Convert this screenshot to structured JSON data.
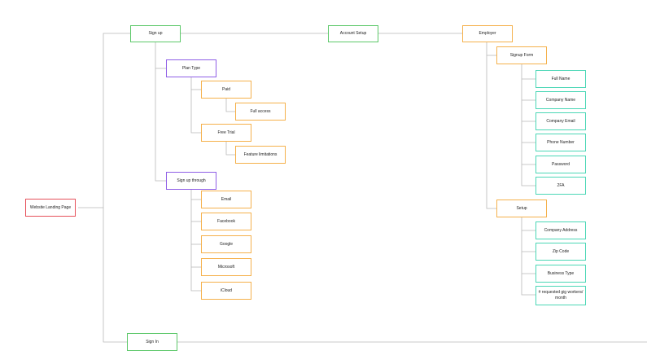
{
  "colors": {
    "connector": "#b9b9b9",
    "root": "#e6515a",
    "primary": "#5cc869",
    "group": "#8f5ee6",
    "option": "#f5b14c",
    "field": "#4cd7b6",
    "background": "#ffffff"
  },
  "nodes": {
    "landing": "Website Landing Page",
    "signup": "Sign up",
    "signin": "Sign In",
    "account_setup": "Account Setup",
    "employer": "Employer",
    "plan_type": "Plan Type",
    "paid": "Paid",
    "full_access": "Full access",
    "free_trial": "Free Trial",
    "feature_limitations": "Feature limitations",
    "signup_through": "Sign up through",
    "email": "Email",
    "facebook": "Facebook",
    "google": "Google",
    "microsoft": "Microsoft",
    "icloud": "iCloud",
    "signup_form": "Signup Form",
    "full_name": "Full Name",
    "company_name": "Company Name",
    "company_email": "Company Email",
    "phone_number": "Phone Number",
    "password": "Password",
    "twofa": "2FA",
    "setup": "Setup",
    "company_address": "Company Address",
    "zip_code": "Zip Code",
    "business_type": "Business Type",
    "gig_workers": "# requested gig workers/ month"
  }
}
